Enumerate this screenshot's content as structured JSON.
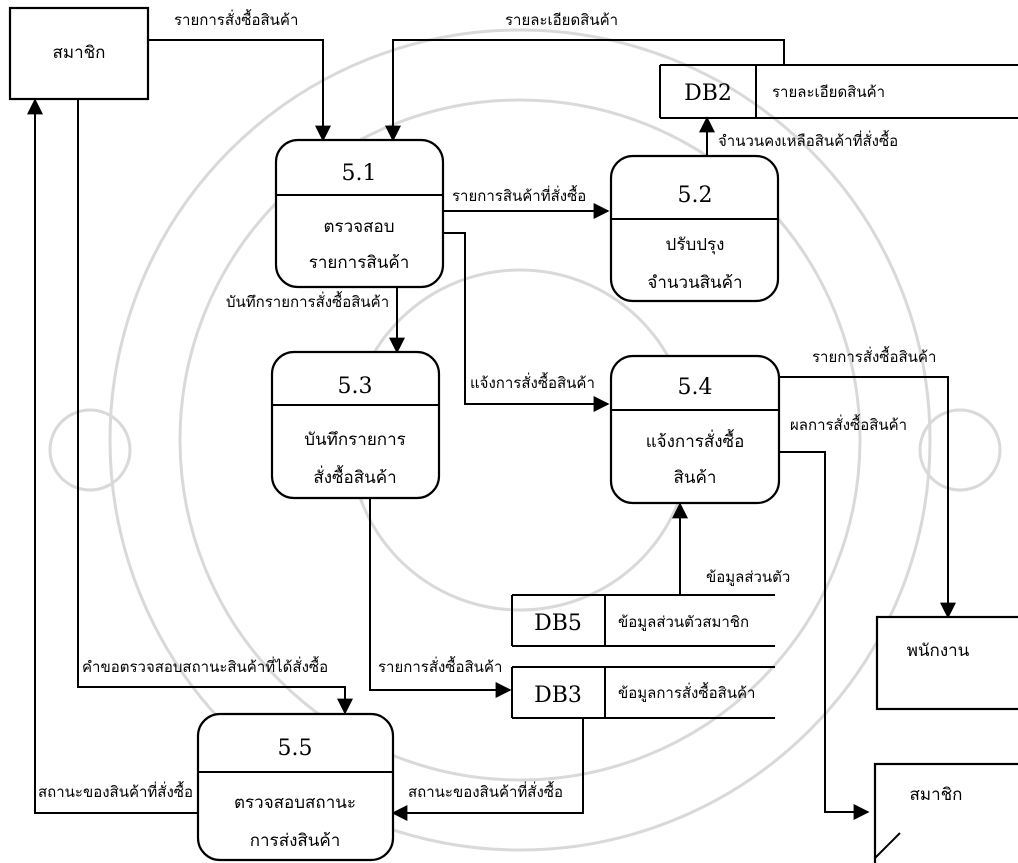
{
  "entities": {
    "member_top": "สมาชิก",
    "staff": "พนักงาน",
    "member_bottom": "สมาชิก"
  },
  "processes": [
    {
      "id": "5.1",
      "line1": "ตรวจสอบ",
      "line2": "รายการสินค้า"
    },
    {
      "id": "5.2",
      "line1": "ปรับปรุง",
      "line2": "จำนวนสินค้า"
    },
    {
      "id": "5.3",
      "line1": "บันทึกรายการ",
      "line2": "สั่งซื้อสินค้า"
    },
    {
      "id": "5.4",
      "line1": "แจ้งการสั่งซื้อ",
      "line2": "สินค้า"
    },
    {
      "id": "5.5",
      "line1": "ตรวจสอบสถานะ",
      "line2": "การส่งสินค้า"
    }
  ],
  "datastores": [
    {
      "id": "DB2",
      "name": "รายละเอียดสินค้า"
    },
    {
      "id": "DB5",
      "name": "ข้อมูลส่วนตัวสมาชิก"
    },
    {
      "id": "DB3",
      "name": "ข้อมูลการสั่งซื้อสินค้า"
    }
  ],
  "flows": {
    "member_to_51": "รายการสั่งซื้อสินค้า",
    "db2_to_51": "รายละเอียดสินค้า",
    "p52_to_db2": "จำนวนคงเหลือสินค้าที่สั่งซื้อ",
    "p51_to_52": "รายการสินค้าที่สั่งซื้อ",
    "p51_to_53": "บันทึกรายการสั่งซื้อสินค้า",
    "p51_to_54": "แจ้งการสั่งซื้อสินค้า",
    "p54_to_staff": "รายการสั่งซื้อสินค้า",
    "p54_to_member": "ผลการสั่งซื้อสินค้า",
    "db5_to_54": "ข้อมูลส่วนตัว",
    "member_to_55": "คำขอตรวจสอบสถานะสินค้าที่ได้สั่งซื้อ",
    "p53_to_db3": "รายการสั่งซื้อสินค้า",
    "db3_to_55": "สถานะของสินค้าที่สั่งซื้อ",
    "p55_to_member": "สถานะของสินค้าที่สั่งซื้อ"
  }
}
